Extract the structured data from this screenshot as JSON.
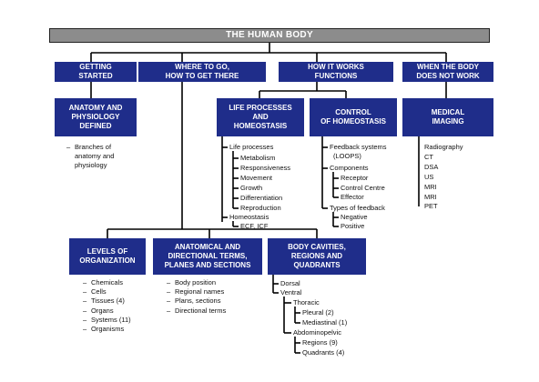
{
  "title": "THE HUMAN BODY",
  "sections": {
    "getting_started": "GETTING\nSTARTED",
    "where_to_go": "WHERE TO GO,\nHOW TO GET THERE",
    "how_it_works": "HOW IT WORKS\nFUNCTIONS",
    "when_not_work": "WHEN THE BODY\nDOES NOT WORK"
  },
  "topics": {
    "anatomy": "ANATOMY AND\nPHYSIOLOGY\nDEFINED",
    "life_processes": "LIFE PROCESSES\nAND\nHOMEOSTASIS",
    "control": "CONTROL\nOF HOMEOSTASIS",
    "imaging": "MEDICAL\nIMAGING",
    "levels": "LEVELS OF\nORGANIZATION",
    "terms": "ANATOMICAL AND\nDIRECTIONAL TERMS,\nPLANES AND SECTIONS",
    "cavities": "BODY CAVITIES,\nREGIONS AND\nQUADRANTS"
  },
  "anatomy_items": [
    "Branches of",
    "anatomy and",
    "physiology"
  ],
  "life_items": {
    "head": "Life processes",
    "children": [
      "Metabolism",
      "Responsiveness",
      "Movement",
      "Growth",
      "Differentiation",
      "Reproduction"
    ],
    "head2": "Homeostasis",
    "children2": [
      "ECF, ICF"
    ]
  },
  "control_items": {
    "head": "Feedback systems",
    "head_b": "(LOOPS)",
    "sub": "Components",
    "sub_children": [
      "Receptor",
      "Control Centre",
      "Effector"
    ],
    "sub2": "Types of feedback",
    "sub2_children": [
      "Negative",
      "Positive"
    ]
  },
  "imaging_items": [
    "Radiography",
    "CT",
    "DSA",
    "US",
    "MRI",
    "MRI",
    "PET"
  ],
  "levels_items": [
    "Chemicals",
    "Cells",
    "Tissues (4)",
    "Organs",
    "Systems (11)",
    "Organisms"
  ],
  "terms_items": [
    "Body position",
    "Regional names",
    "Plans, sections",
    "Directional terms"
  ],
  "cavities_items": {
    "dorsal": "Dorsal",
    "ventral": "Ventral",
    "thoracic": "Thoracic",
    "thoracic_children": [
      "Pleural (2)",
      "Mediastinal (1)"
    ],
    "abdominopelvic": "Abdominopelvic",
    "abdominopelvic_children": [
      "Regions (9)",
      "Quadrants (4)"
    ]
  },
  "colors": {
    "box": "#1f2d8a",
    "title_bar": "#8c8c8c",
    "line": "#000000"
  }
}
